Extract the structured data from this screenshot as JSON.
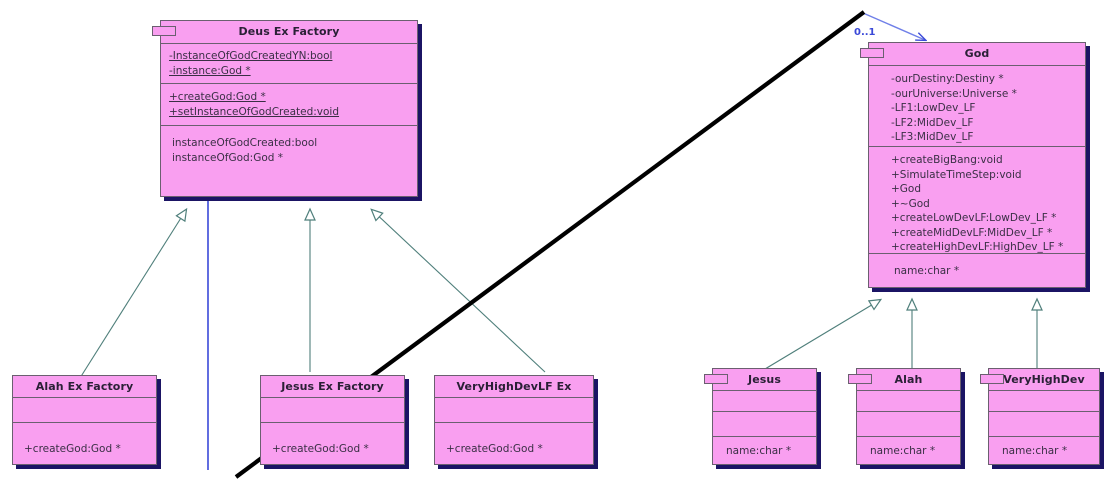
{
  "diagram": {
    "kind": "uml-class-diagram",
    "background": "#ffffff",
    "class_fill": "#F99FF0",
    "class_border": "#6b5f70",
    "shadow_color": "#1b1464",
    "inheritance_color": "#4f7f7b",
    "association_color": "#3a49d8",
    "freehand_color": "#000000"
  },
  "classes": {
    "deus_ex_factory": {
      "name": "Deus Ex Factory",
      "attributes": [
        "-InstanceOfGodCreatedYN:bool",
        "-instance:God *"
      ],
      "operations": [
        "+createGod:God *",
        "+setInstanceOfGodCreated:void"
      ],
      "extra": [
        "instanceOfGodCreated:bool",
        "instanceOfGod:God *"
      ]
    },
    "god": {
      "name": "God",
      "attributes": [
        "-ourDestiny:Destiny *",
        "-ourUniverse:Universe *",
        "-LF1:LowDev_LF",
        "-LF2:MidDev_LF",
        "-LF3:MidDev_LF"
      ],
      "operations": [
        "+createBigBang:void",
        "+SimulateTimeStep:void",
        "+God",
        "+~God",
        "+createLowDevLF:LowDev_LF *",
        "+createMidDevLF:MidDev_LF *",
        "+createHighDevLF:HighDev_LF *"
      ],
      "extra": [
        "name:char *"
      ]
    },
    "alah_ex_factory": {
      "name": "Alah Ex Factory",
      "attributes": [],
      "operations": [
        "+createGod:God *"
      ]
    },
    "jesus_ex_factory": {
      "name": "Jesus Ex Factory",
      "attributes": [],
      "operations": [
        "+createGod:God *"
      ]
    },
    "veryhighdevlf_ex_factory": {
      "name": "VeryHighDevLF Ex Factory",
      "attributes": [],
      "operations": [
        "+createGod:God *"
      ]
    },
    "jesus": {
      "name": "Jesus",
      "attributes": [],
      "operations": [],
      "extra": [
        "name:char *"
      ]
    },
    "alah": {
      "name": "Alah",
      "attributes": [],
      "operations": [],
      "extra": [
        "name:char *"
      ]
    },
    "veryhighdev_lf": {
      "name": "VeryHighDev LF",
      "attributes": [],
      "operations": [],
      "extra": [
        "name:char *"
      ]
    }
  },
  "relationships": {
    "multiplicity_label": "0..1",
    "generalizations": [
      {
        "from": "Alah Ex Factory",
        "to": "Deus Ex Factory"
      },
      {
        "from": "Jesus Ex Factory",
        "to": "Deus Ex Factory"
      },
      {
        "from": "VeryHighDevLF Ex Factory",
        "to": "Deus Ex Factory"
      },
      {
        "from": "Jesus",
        "to": "God"
      },
      {
        "from": "Alah",
        "to": "God"
      },
      {
        "from": "VeryHighDev LF",
        "to": "God"
      }
    ],
    "associations": [
      {
        "from": "Deus Ex Factory",
        "to": "God",
        "multiplicity": "0..1"
      }
    ]
  }
}
